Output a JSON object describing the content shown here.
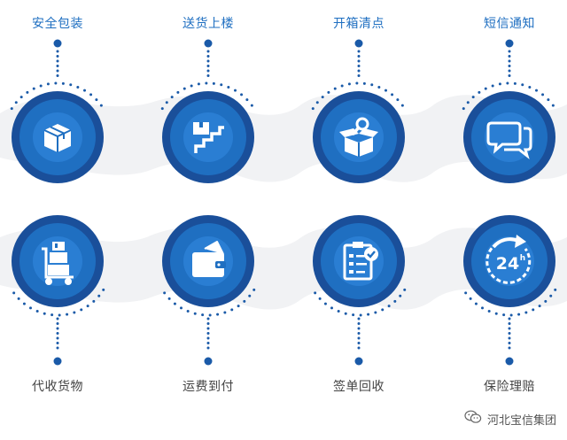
{
  "colors": {
    "top_label": "#1f6fc1",
    "bottom_label": "#444444",
    "ring": "#1a4f9a",
    "circle": "#1f6fc1",
    "dot": "#1a5aa8",
    "band": "#f1f2f4"
  },
  "top_row": [
    {
      "label": "安全包装",
      "icon": "box-icon"
    },
    {
      "label": "送货上楼",
      "icon": "stairs-box-icon"
    },
    {
      "label": "开箱清点",
      "icon": "open-box-inspect-icon"
    },
    {
      "label": "短信通知",
      "icon": "chat-bubbles-icon"
    }
  ],
  "bottom_row": [
    {
      "label": "代收货物",
      "icon": "hand-truck-icon"
    },
    {
      "label": "运费到付",
      "icon": "wallet-icon"
    },
    {
      "label": "签单回收",
      "icon": "clipboard-check-icon"
    },
    {
      "label": "保险理赔",
      "icon": "24h-clock-icon"
    }
  ],
  "watermark": {
    "text": "河北宝信集团",
    "icon": "wechat-icon"
  }
}
